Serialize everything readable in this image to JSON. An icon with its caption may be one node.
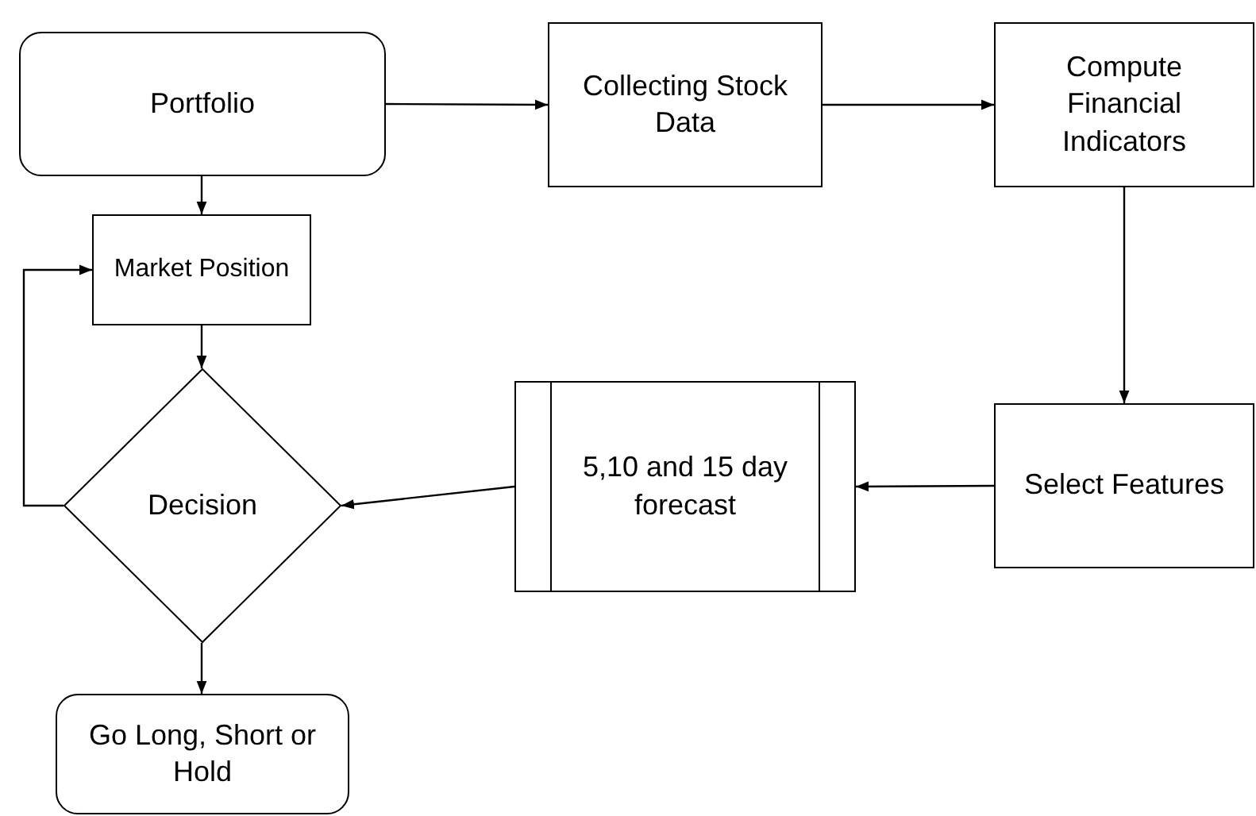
{
  "diagram": {
    "nodes": [
      {
        "text": [
          "Portfolio"
        ]
      },
      {
        "text": [
          "Collecting Stock Data"
        ]
      },
      {
        "text": [
          "Compute Financial Indicators"
        ]
      },
      {
        "text": [
          "Market Position"
        ]
      },
      {
        "text": [
          "Decision"
        ]
      },
      {
        "text": [
          "5,10 and 15 day forecast"
        ]
      },
      {
        "text": [
          "Select Features"
        ]
      },
      {
        "text": [
          "Go Long, Short or Hold"
        ]
      }
    ],
    "edges": [
      {
        "from": 0,
        "to": 1,
        "arrow": "to"
      },
      {
        "from": 1,
        "to": 2,
        "arrow": "to"
      },
      {
        "from": 2,
        "to": 6,
        "arrow": "to"
      },
      {
        "from": 6,
        "to": 5,
        "arrow": "to"
      },
      {
        "from": 5,
        "to": 4,
        "arrow": "to"
      },
      {
        "from": 0,
        "to": 3,
        "arrow": "to"
      },
      {
        "from": 3,
        "to": 4,
        "arrow": "to"
      },
      {
        "from": 4,
        "to": 3,
        "arrow": "to"
      },
      {
        "from": 4,
        "to": 7,
        "arrow": "to"
      }
    ]
  }
}
